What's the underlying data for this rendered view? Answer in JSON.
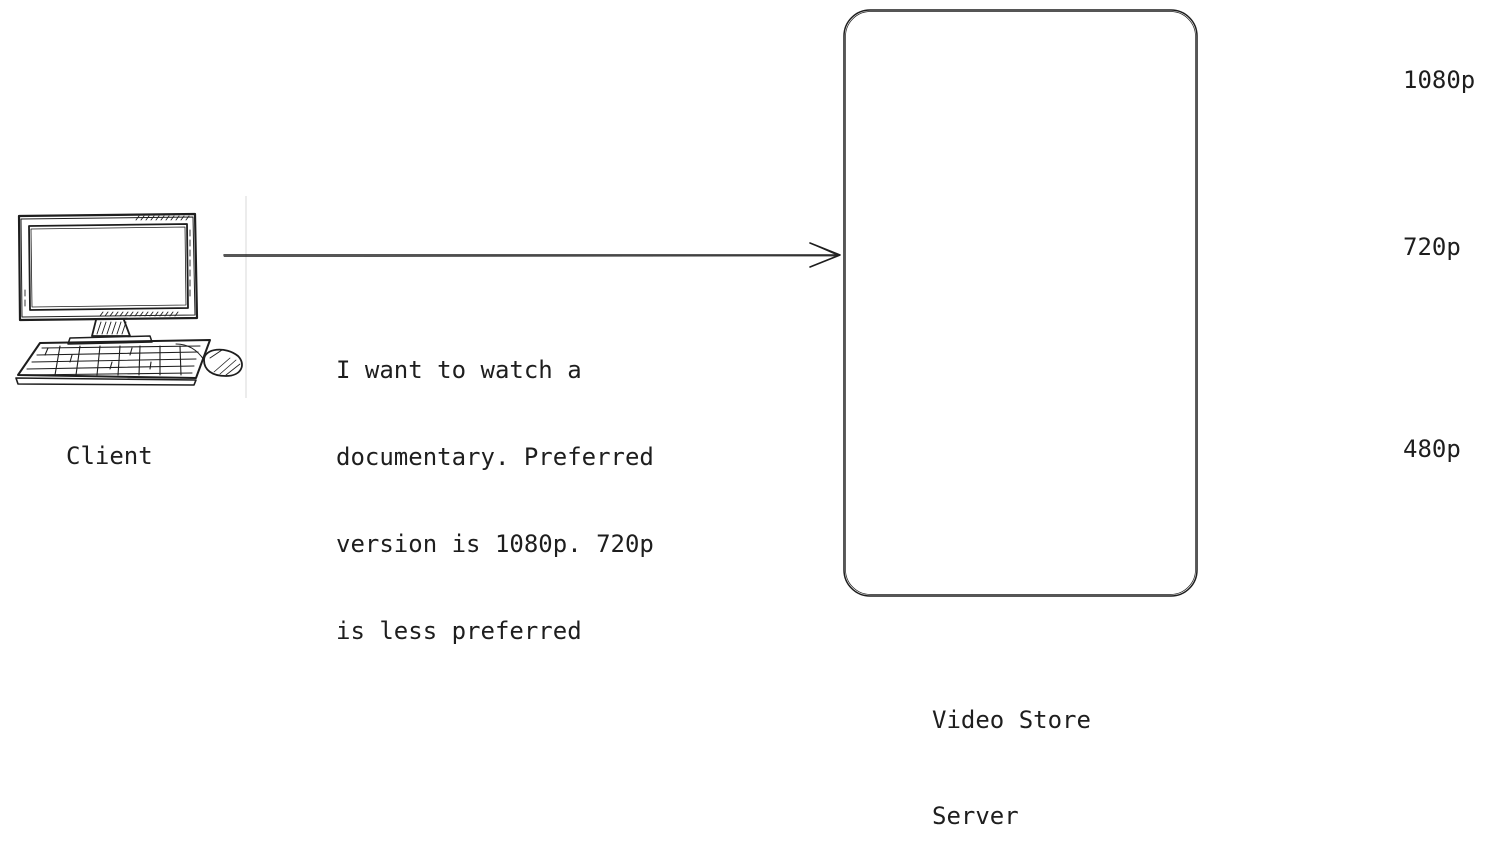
{
  "client": {
    "label": "Client",
    "icon": "desktop-computer-icon"
  },
  "request": {
    "lines": [
      "I want to watch a",
      "documentary. Preferred",
      "version is 1080p. 720p",
      "is less preferred"
    ]
  },
  "server": {
    "label_lines": [
      "Video Store",
      "Server"
    ]
  },
  "resolutions": [
    "1080p",
    "720p",
    "480p"
  ],
  "colors": {
    "stroke": "#1e1e1e",
    "background": "#ffffff"
  }
}
